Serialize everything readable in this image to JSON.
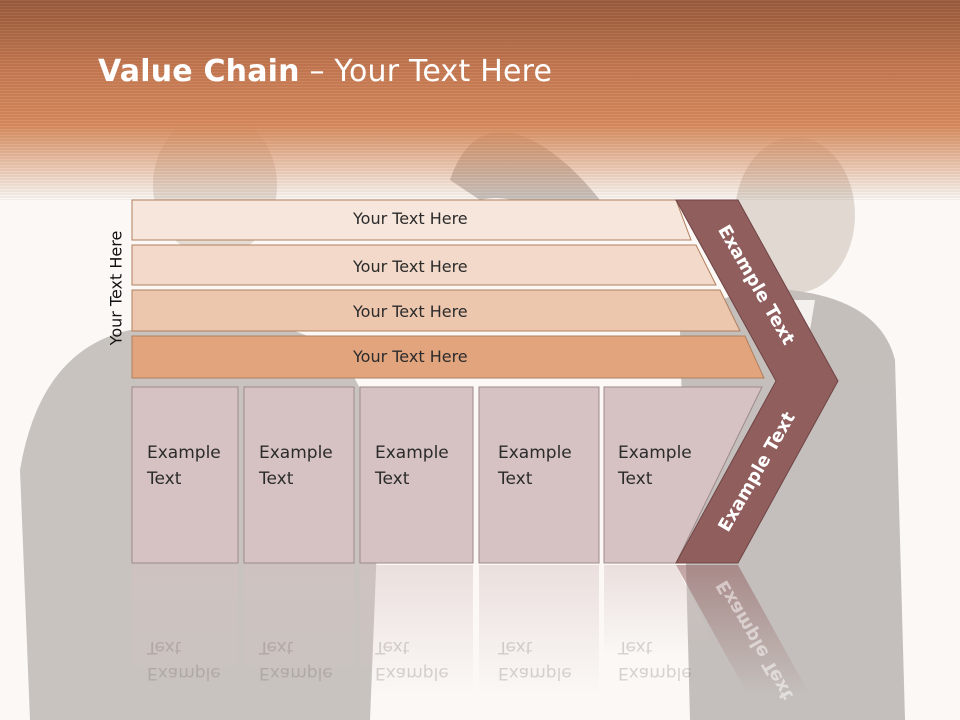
{
  "title": {
    "bold": "Value Chain",
    "dash": " – ",
    "rest": "Your Text Here"
  },
  "side_label": "Your Text Here",
  "rows": [
    {
      "label": "Your Text Here",
      "color": "#f7e6dc"
    },
    {
      "label": "Your Text Here",
      "color": "#f3d9c9"
    },
    {
      "label": "Your Text Here",
      "color": "#ecc6ad"
    },
    {
      "label": "Your Text Here",
      "color": "#e2a47d"
    }
  ],
  "columns": [
    {
      "line1": "Example",
      "line2": "Text"
    },
    {
      "line1": "Example",
      "line2": "Text"
    },
    {
      "line1": "Example",
      "line2": "Text"
    },
    {
      "line1": "Example",
      "line2": "Text"
    },
    {
      "line1": "Example",
      "line2": "Text"
    }
  ],
  "chevron": {
    "upper_text": "Example Text",
    "lower_text": "Example Text",
    "color": "#915e5e"
  },
  "colors": {
    "header": "#d98c5d",
    "column_fill": "#d6c2c2",
    "row_stroke": "#b07f5e"
  }
}
